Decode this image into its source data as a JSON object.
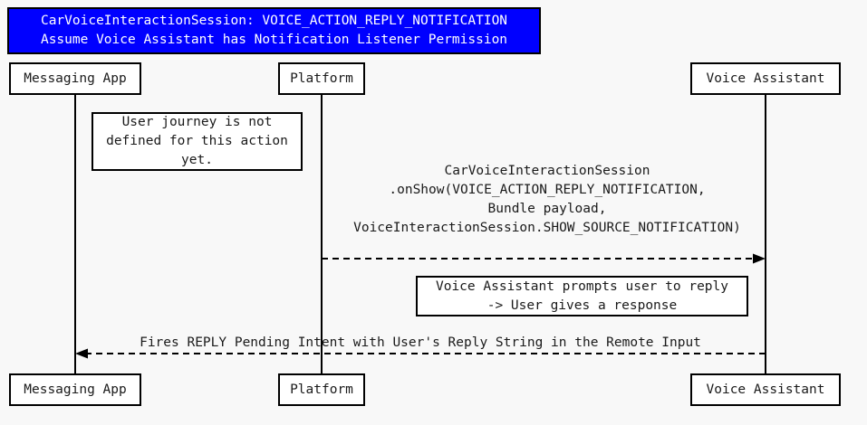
{
  "diagram": {
    "type": "uml-sequence-diagram",
    "background_color": "#f8f8f8",
    "title_box": {
      "background_color": "#0000ff",
      "text_color": "#ffffff",
      "border_color": "#000000",
      "lines": [
        "CarVoiceInteractionSession: VOICE_ACTION_REPLY_NOTIFICATION",
        "Assume Voice Assistant has Notification Listener Permission"
      ]
    },
    "participants": [
      {
        "id": "messaging-app",
        "label": "Messaging App"
      },
      {
        "id": "platform",
        "label": "Platform"
      },
      {
        "id": "voice-assistant",
        "label": "Voice Assistant"
      }
    ],
    "notes": [
      {
        "id": "note-user-journey",
        "attached_to": "messaging-app",
        "lines": [
          "User journey is not",
          "defined for this action",
          "yet."
        ]
      },
      {
        "id": "note-voice-prompt",
        "attached_to": "voice-assistant",
        "lines": [
          "Voice Assistant prompts user to reply",
          "-> User gives a response"
        ]
      }
    ],
    "messages": [
      {
        "id": "msg-onshow",
        "from": "platform",
        "to": "voice-assistant",
        "direction": "right",
        "line_style": "dashed",
        "arrowhead": "filled",
        "lines": [
          "CarVoiceInteractionSession",
          ".onShow(VOICE_ACTION_REPLY_NOTIFICATION,",
          "Bundle payload,",
          "VoiceInteractionSession.SHOW_SOURCE_NOTIFICATION)"
        ]
      },
      {
        "id": "msg-reply-pending-intent",
        "from": "voice-assistant",
        "to": "messaging-app",
        "direction": "left",
        "line_style": "dashed",
        "arrowhead": "filled",
        "lines": [
          "Fires REPLY Pending Intent with User's Reply String in the Remote Input"
        ]
      }
    ]
  }
}
